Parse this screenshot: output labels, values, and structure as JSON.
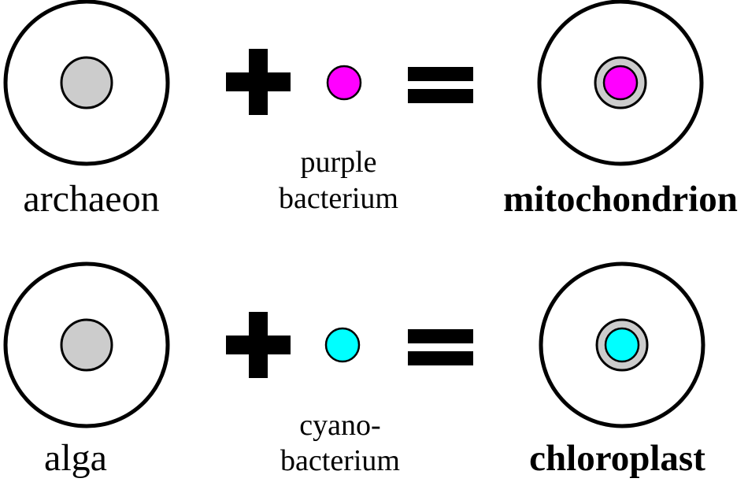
{
  "colors": {
    "outline": "#000000",
    "host_nucleus": "#cccccc",
    "purple_bacterium": "#ff00ff",
    "cyanobacterium": "#00ffff",
    "membrane_ring": "#cccccc",
    "background": "#ffffff"
  },
  "rows": [
    {
      "host_label": "archaeon",
      "symbiont_label": [
        "purple",
        "bacterium"
      ],
      "product_label": "mitochondrion",
      "symbiont_color": "#ff00ff"
    },
    {
      "host_label": "alga",
      "symbiont_label": [
        "cyano-",
        "bacterium"
      ],
      "product_label": "chloroplast",
      "symbiont_color": "#00ffff"
    }
  ]
}
